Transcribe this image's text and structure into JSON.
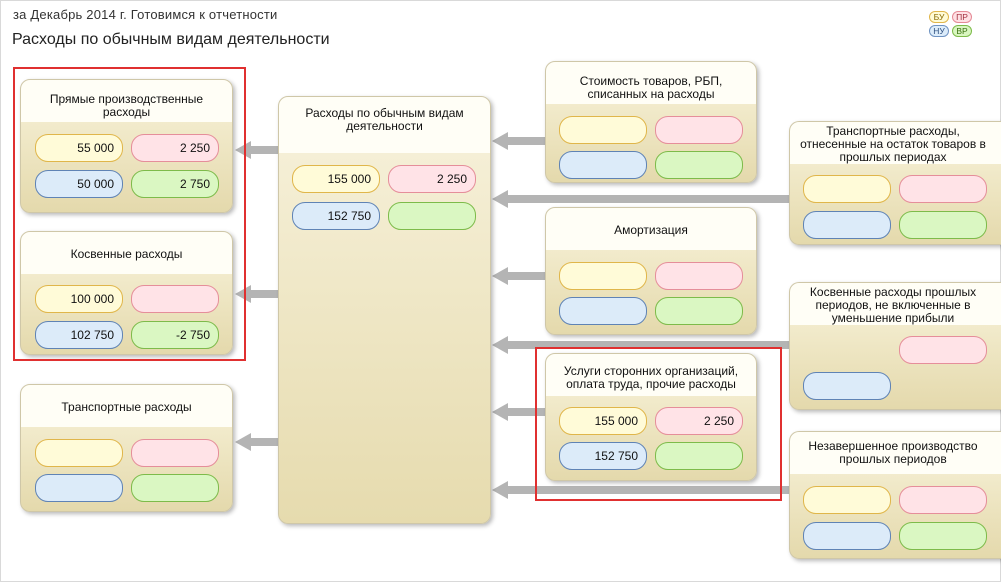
{
  "page": {
    "subtitle": "за Декабрь 2014 г. Готовимся к отчетности",
    "title": "Расходы по обычным видам деятельности"
  },
  "legend": {
    "bu": "БУ",
    "pr": "ПР",
    "nu": "НУ",
    "vr": "ВР"
  },
  "colors": {
    "bu": "#fffbd8",
    "pr": "#ffe3e7",
    "nu": "#dcebf9",
    "vr": "#daf7c2",
    "arrow": "#b4b4b4",
    "highlight": "#e03030"
  },
  "cards": {
    "direct": {
      "title": "Прямые производственные расходы",
      "bu": "55 000",
      "pr": "2 250",
      "nu": "50 000",
      "vr": "2 750"
    },
    "indirect": {
      "title": "Косвенные расходы",
      "bu": "100 000",
      "pr": "",
      "nu": "102 750",
      "vr": "-2 750"
    },
    "transport": {
      "title": "Транспортные расходы",
      "bu": "",
      "pr": "",
      "nu": "",
      "vr": ""
    },
    "central": {
      "title": "Расходы по обычным видам деятельности",
      "bu": "155 000",
      "pr": "2 250",
      "nu": "152 750",
      "vr": ""
    },
    "goods": {
      "title": "Стоимость товаров, РБП, списанных на расходы",
      "bu": "",
      "pr": "",
      "nu": "",
      "vr": ""
    },
    "amort": {
      "title": "Амортизация",
      "bu": "",
      "pr": "",
      "nu": "",
      "vr": ""
    },
    "services": {
      "title": "Услуги сторонних организаций, оплата труда, прочие расходы",
      "bu": "155 000",
      "pr": "2 250",
      "nu": "152 750",
      "vr": ""
    },
    "transPrev": {
      "title": "Транспортные расходы, отнесенные на остаток товаров в прошлых периодах",
      "bu": "",
      "pr": "",
      "nu": "",
      "vr": ""
    },
    "indPrev": {
      "title": "Косвенные расходы прошлых периодов, не включенные в уменьшение прибыли",
      "pr": "",
      "nu": ""
    },
    "wip": {
      "title": "Незавершенное производство прошлых периодов",
      "bu": "",
      "pr": "",
      "nu": "",
      "vr": ""
    }
  }
}
